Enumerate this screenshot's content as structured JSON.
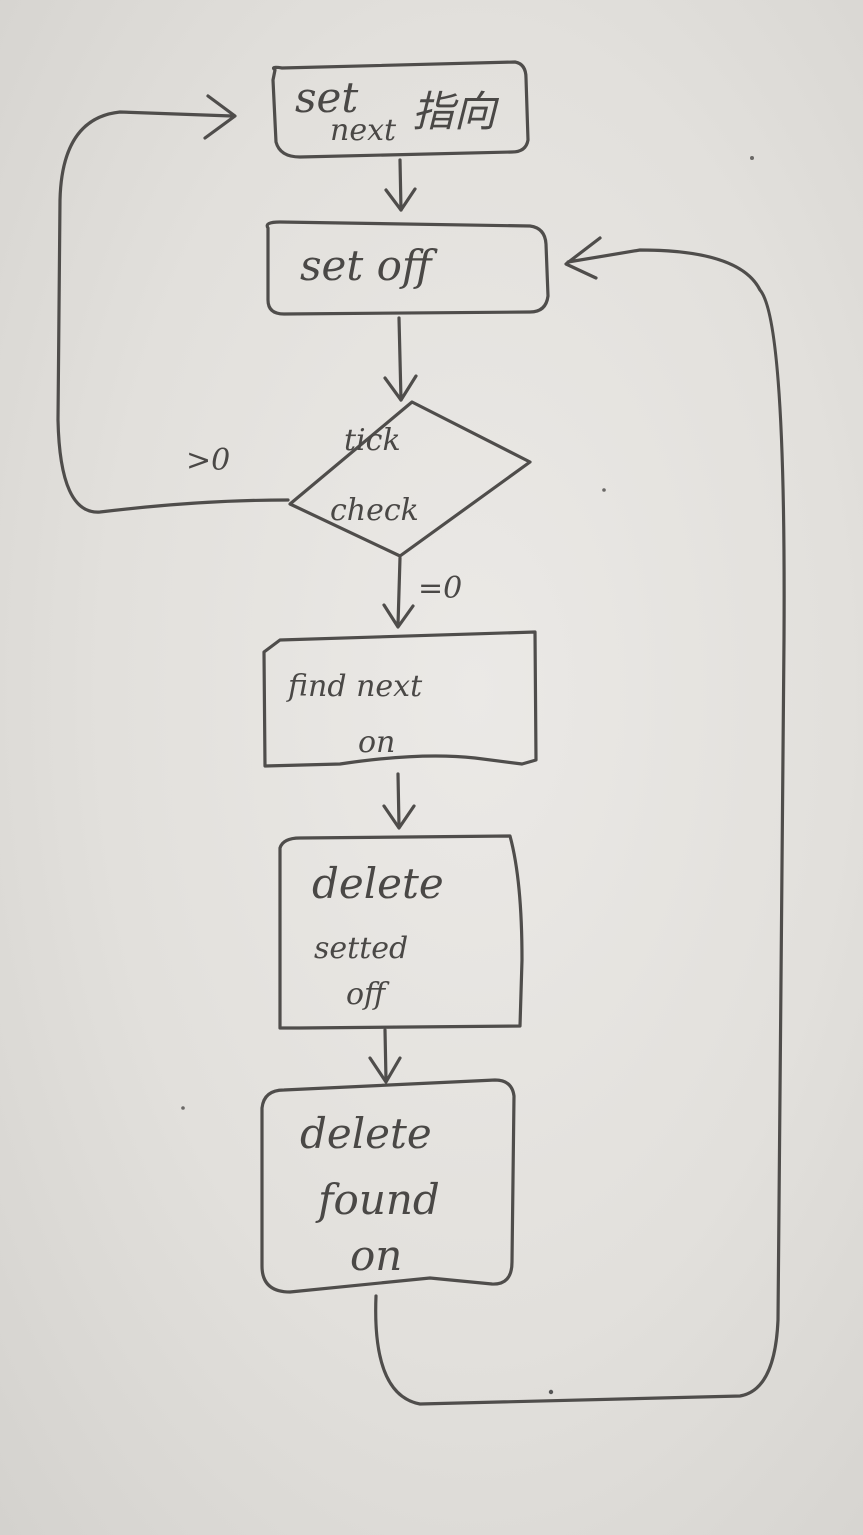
{
  "nodes": {
    "start": {
      "line1": "set",
      "line2": "next",
      "line3": "指向"
    },
    "set_off": {
      "label": "set off"
    },
    "decision": {
      "line1": "tick",
      "line2": "check"
    },
    "find_next_on": {
      "line1": "find next",
      "line2": "on"
    },
    "delete_setted_off": {
      "line1": "delete",
      "line2": "setted",
      "line3": "off"
    },
    "delete_found_on": {
      "line1": "delete",
      "line2": "found",
      "line3": "on"
    }
  },
  "edges": {
    "gt_zero": ">0",
    "eq_zero": "=0"
  },
  "colors": {
    "pencil": "#4f4d4b",
    "paper": "#e6e4e0"
  }
}
